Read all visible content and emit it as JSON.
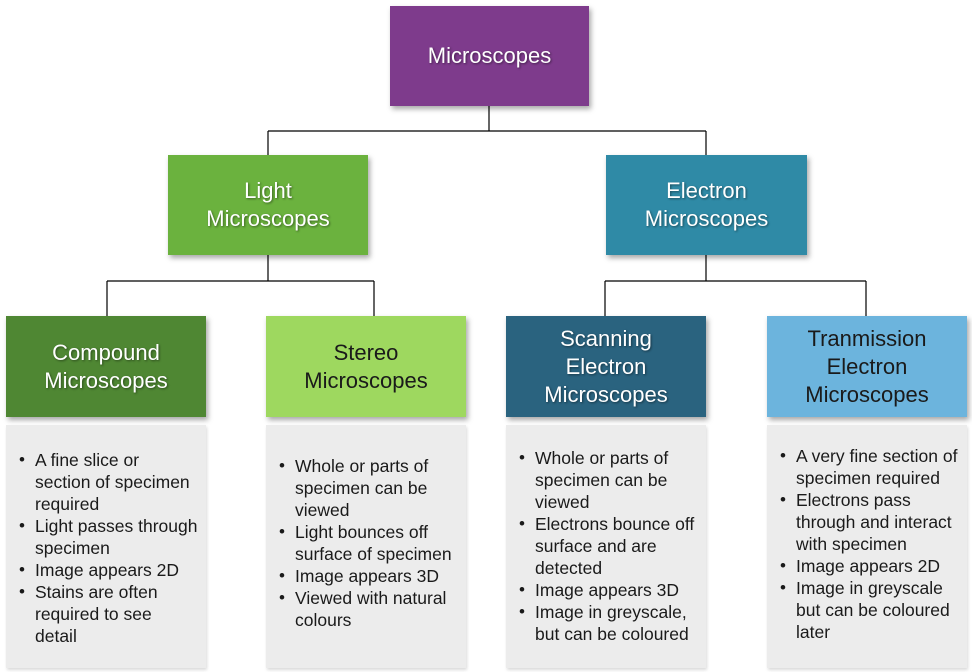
{
  "colors": {
    "root": "#7e3b8c",
    "light": "#6bb23e",
    "electron": "#2f8aa6",
    "compound": "#4f8733",
    "stereo": "#9ed85f",
    "scanning": "#2a637f",
    "transmission": "#6cb4dd",
    "panel": "#ececec",
    "connector": "#000000"
  },
  "root": {
    "label": "Microscopes"
  },
  "categories": {
    "light": {
      "label": "Light\nMicroscopes"
    },
    "electron": {
      "label": "Electron\nMicroscopes"
    }
  },
  "types": [
    {
      "id": "compound",
      "label": "Compound\nMicroscopes",
      "features": [
        "A fine slice or section of specimen required",
        "Light passes through specimen",
        "Image appears 2D",
        "Stains are often required to see detail"
      ]
    },
    {
      "id": "stereo",
      "label": "Stereo\nMicroscopes",
      "features": [
        "Whole or parts of specimen can be viewed",
        "Light bounces off surface of specimen",
        "Image appears 3D",
        "Viewed with natural colours"
      ]
    },
    {
      "id": "scanning",
      "label": "Scanning\nElectron\nMicroscopes",
      "features": [
        "Whole or parts of specimen can be viewed",
        "Electrons bounce off surface and are detected",
        "Image appears 3D",
        "Image in greyscale, but can be coloured"
      ]
    },
    {
      "id": "transmission",
      "label": "Tranmission\nElectron\nMicroscopes",
      "features": [
        "A very fine section of specimen required",
        "Electrons pass through and interact with specimen",
        "Image appears 2D",
        "Image in greyscale but can be coloured later"
      ]
    }
  ]
}
